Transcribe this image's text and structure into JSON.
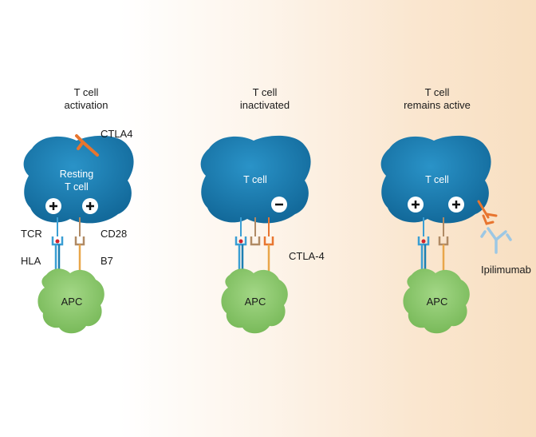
{
  "panels": [
    {
      "title_line1": "T cell",
      "title_line2": "activation",
      "cell_line1": "Resting",
      "cell_line2": "T cell",
      "ctla4_label": "CTLA4",
      "tcr_label": "TCR",
      "cd28_label": "CD28",
      "hla_label": "HLA",
      "b7_label": "B7",
      "apc_label": "APC"
    },
    {
      "title_line1": "T cell",
      "title_line2": "inactivated",
      "cell_line1": "T cell",
      "ctla4_label": "CTLA-4",
      "apc_label": "APC"
    },
    {
      "title_line1": "T cell",
      "title_line2": "remains active",
      "cell_line1": "T cell",
      "antibody_label": "Ipilimumab",
      "apc_label": "APC"
    }
  ],
  "colors": {
    "tcell": "#1d7fb2",
    "apc": "#8dca6d",
    "ctla4": "#e8752f",
    "cd28": "#b08a64",
    "tcr": "#3a9ed3",
    "b7": "#e9a64a",
    "antibody": "#9cc7e4"
  }
}
